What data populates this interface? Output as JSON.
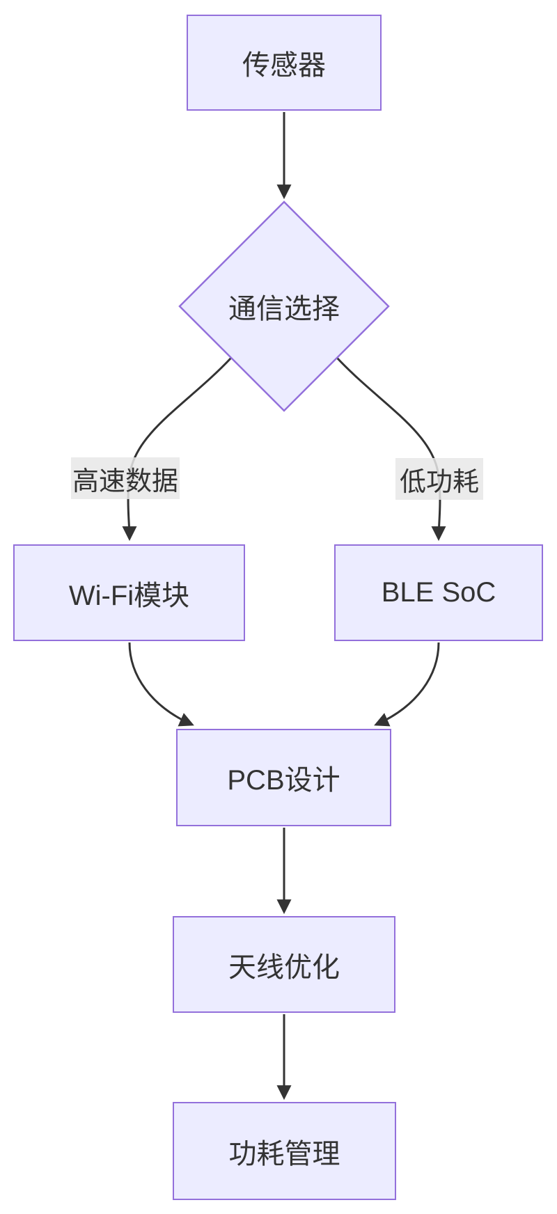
{
  "diagram": {
    "type": "flowchart-top-down",
    "colors": {
      "background": "#ffffff",
      "node_fill": "#ECECFF",
      "node_border": "#9370DB",
      "edge_line": "#333333",
      "text": "#333333",
      "edge_label_bg": "#e8e8e8"
    },
    "nodes": [
      {
        "id": "sensor",
        "shape": "rect",
        "label": "传感器"
      },
      {
        "id": "comm-choice",
        "shape": "diamond",
        "label": "通信选择"
      },
      {
        "id": "wifi",
        "shape": "rect",
        "label": "Wi-Fi模块"
      },
      {
        "id": "ble",
        "shape": "rect",
        "label": "BLE SoC"
      },
      {
        "id": "pcb",
        "shape": "rect",
        "label": "PCB设计"
      },
      {
        "id": "antenna",
        "shape": "rect",
        "label": "天线优化"
      },
      {
        "id": "power",
        "shape": "rect",
        "label": "功耗管理"
      }
    ],
    "edges": [
      {
        "from": "sensor",
        "to": "comm-choice",
        "label": ""
      },
      {
        "from": "comm-choice",
        "to": "wifi",
        "label": "高速数据"
      },
      {
        "from": "comm-choice",
        "to": "ble",
        "label": "低功耗"
      },
      {
        "from": "wifi",
        "to": "pcb",
        "label": ""
      },
      {
        "from": "ble",
        "to": "pcb",
        "label": ""
      },
      {
        "from": "pcb",
        "to": "antenna",
        "label": ""
      },
      {
        "from": "antenna",
        "to": "power",
        "label": ""
      }
    ]
  }
}
